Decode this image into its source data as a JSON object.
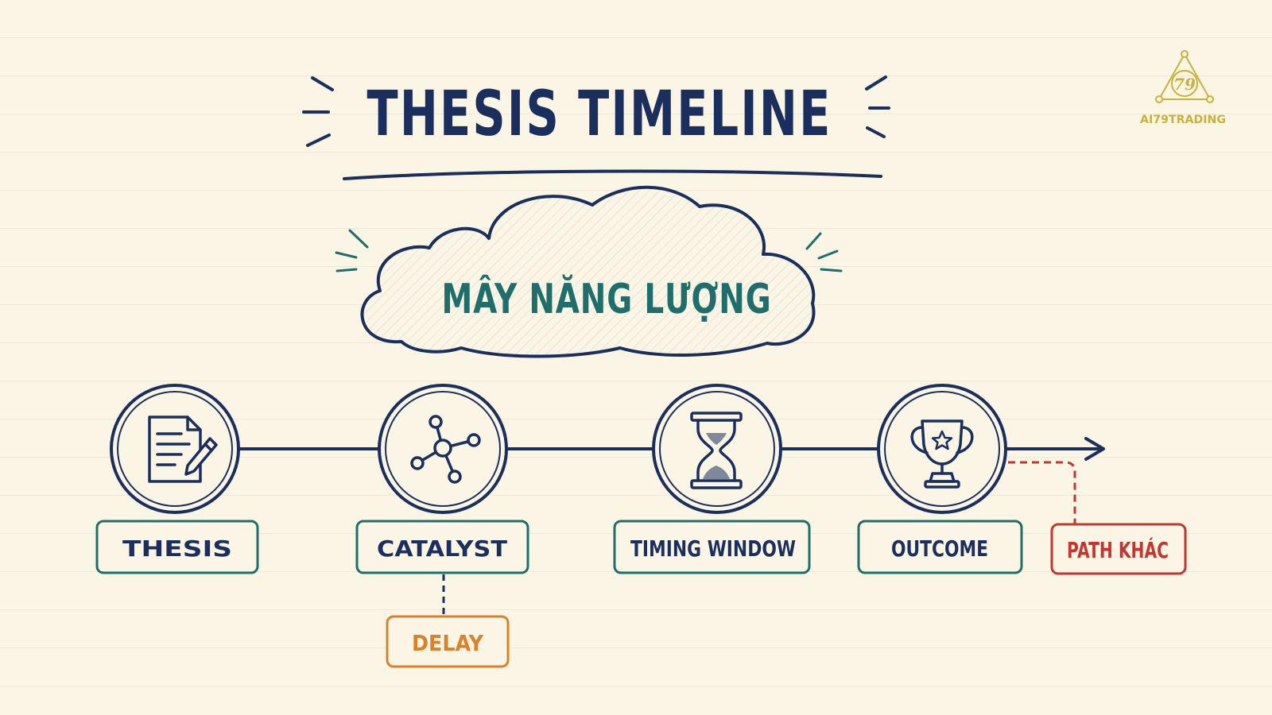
{
  "title": "THESIS TIMELINE",
  "cloud_label": "MÂY NĂNG LƯỢNG",
  "logo": {
    "text": "AI79TRADING",
    "mark": "79",
    "color": "#c9b13c"
  },
  "colors": {
    "navy": "#1b2f5e",
    "teal": "#1f6e6b",
    "orange": "#d9822b",
    "red": "#c2362f"
  },
  "nodes": [
    {
      "label": "THESIS",
      "icon": "document-pen-icon"
    },
    {
      "label": "CATALYST",
      "icon": "molecule-network-icon"
    },
    {
      "label": "TIMING WINDOW",
      "icon": "hourglass-icon"
    },
    {
      "label": "OUTCOME",
      "icon": "trophy-star-icon"
    }
  ],
  "branches": {
    "delay": {
      "label": "DELAY",
      "from": "CATALYST"
    },
    "alt_path": {
      "label": "PATH KHÁC",
      "from": "OUTCOME"
    }
  }
}
